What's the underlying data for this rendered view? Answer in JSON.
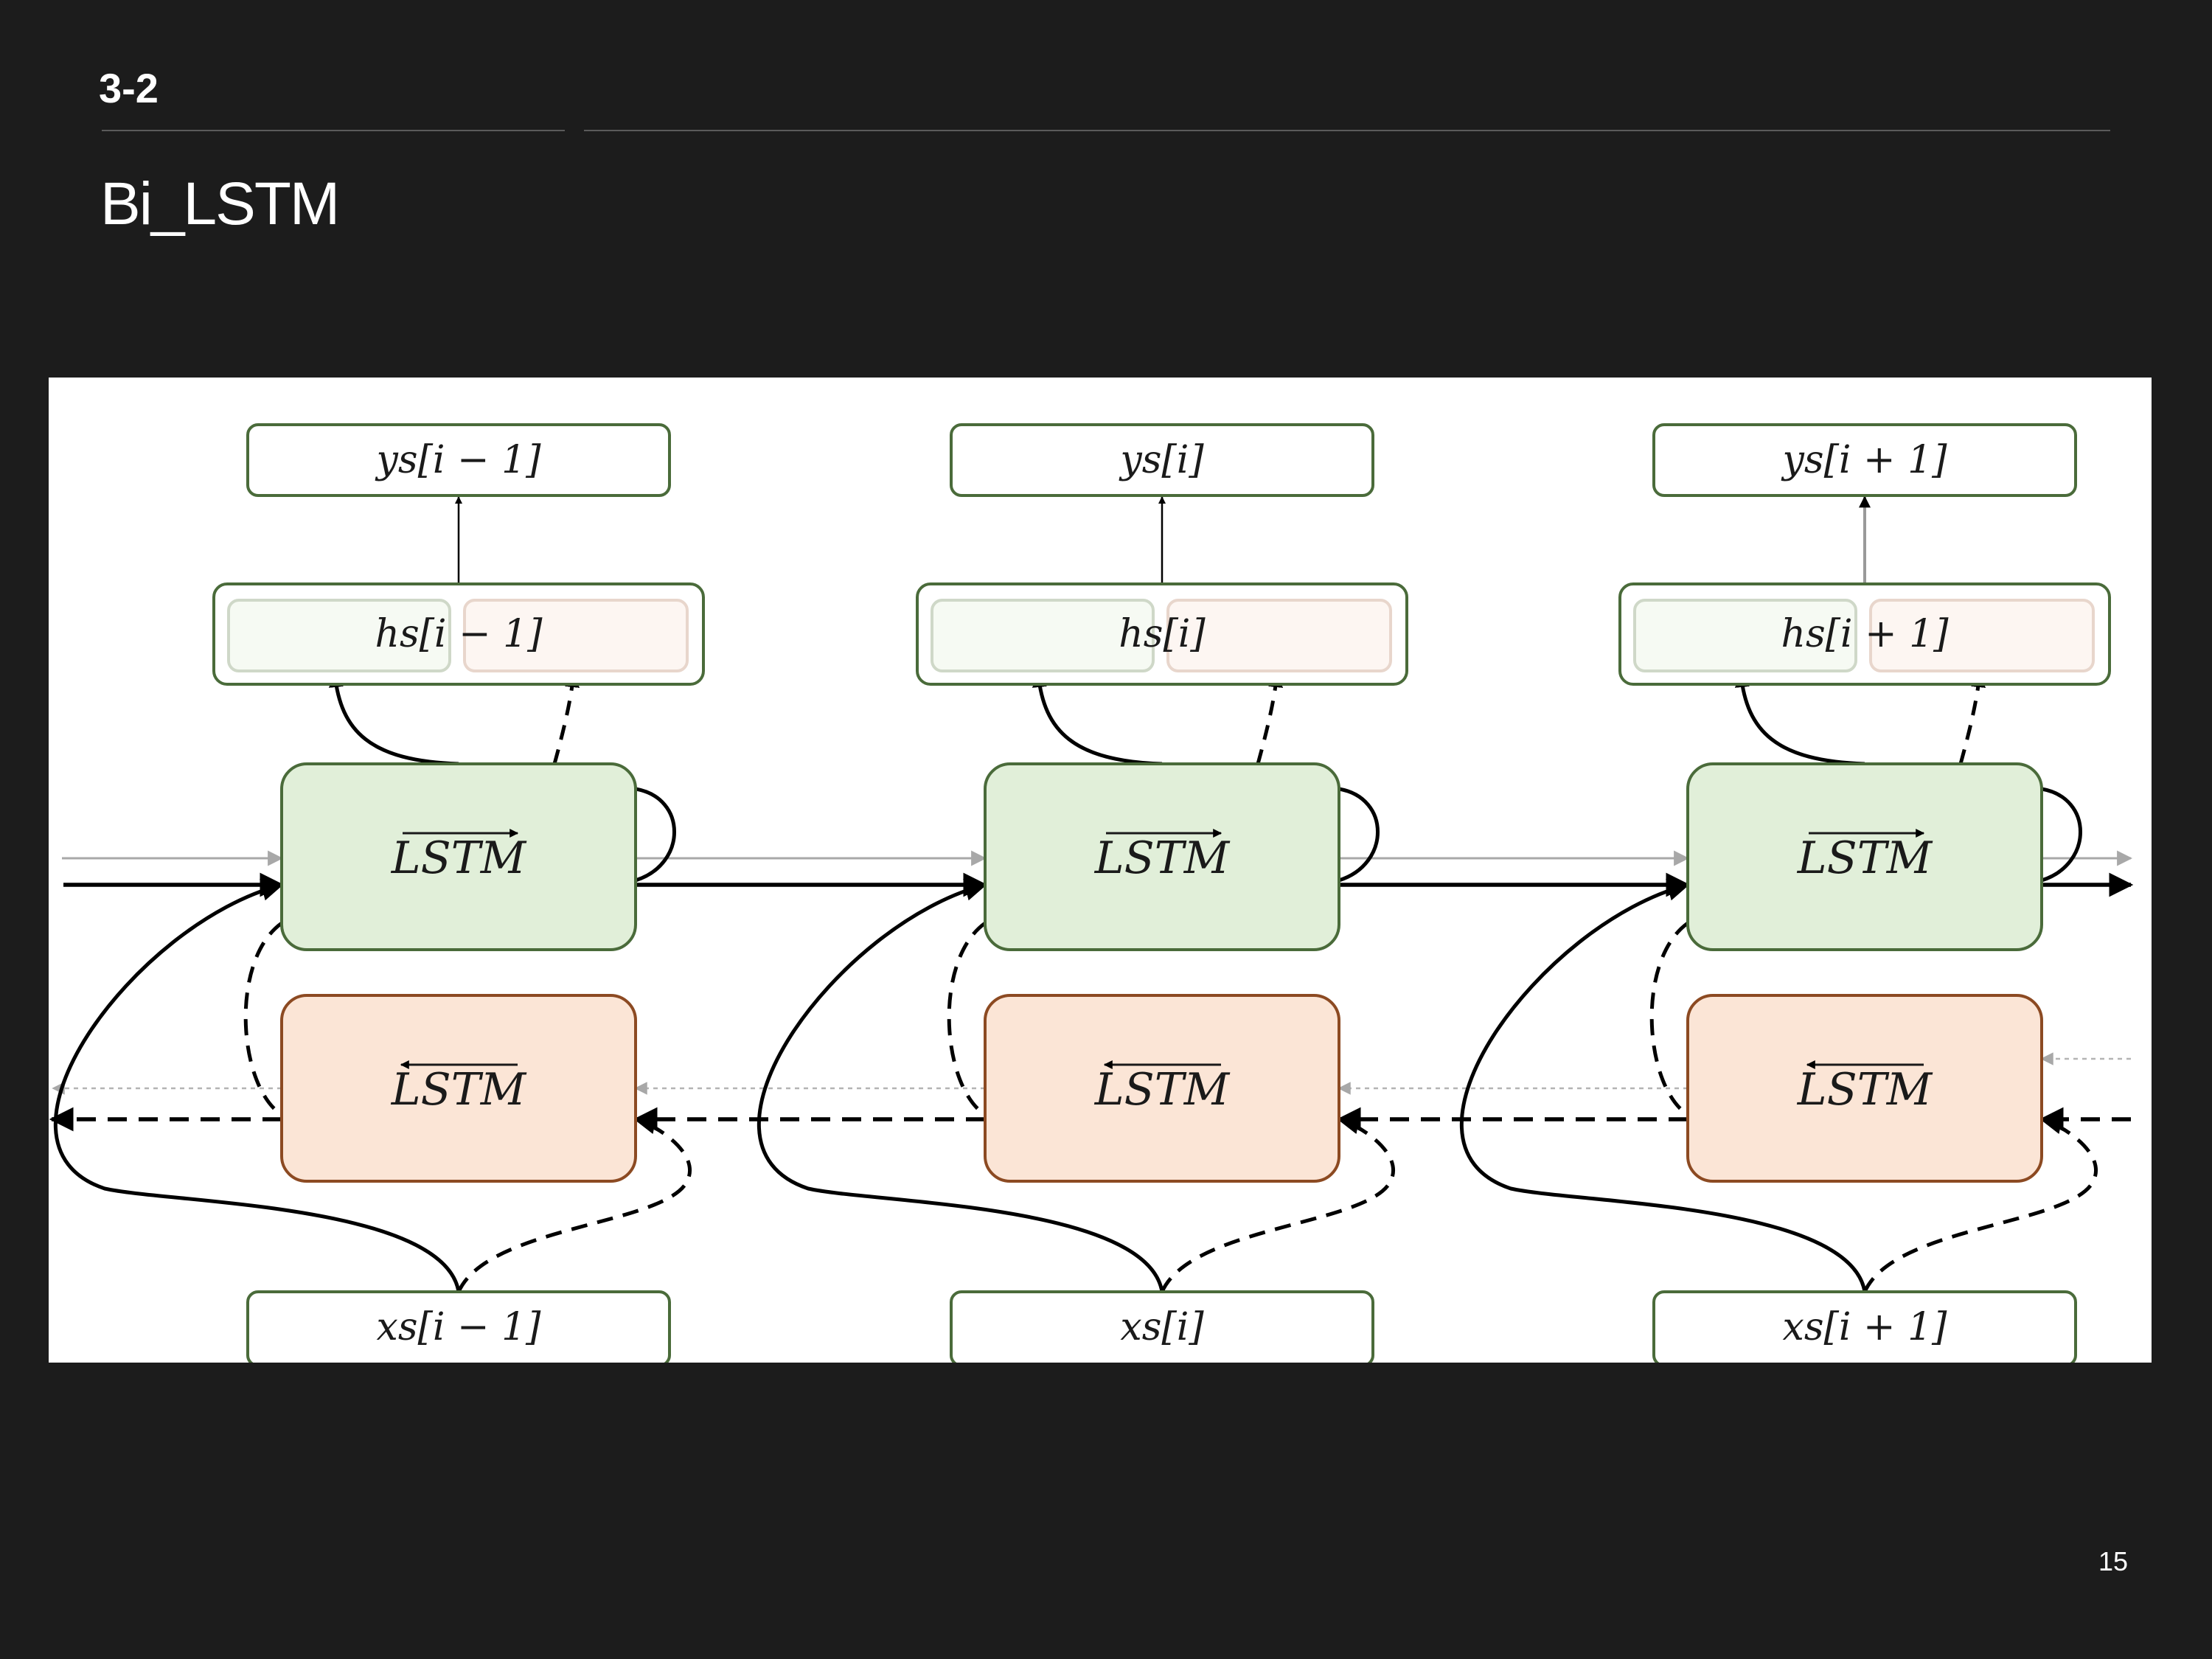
{
  "slide": {
    "section": "3-2",
    "title": "Bi_LSTM",
    "page_number": "15"
  },
  "diagram": {
    "forward_cell_label": "LSTM",
    "backward_cell_label": "LSTM",
    "columns": [
      {
        "ys": "ys[i − 1]",
        "hs": "hs[i − 1]",
        "xs": "xs[i − 1]"
      },
      {
        "ys": "ys[i]",
        "hs": "hs[i]",
        "xs": "xs[i]"
      },
      {
        "ys": "ys[i + 1]",
        "hs": "hs[i + 1]",
        "xs": "xs[i + 1]"
      }
    ],
    "colors": {
      "forward_fill": "#e1efd9",
      "forward_stroke": "#4a6b3a",
      "backward_fill": "#fbe5d6",
      "backward_stroke": "#8c4a22",
      "box_stroke": "#4a6b3a"
    }
  }
}
